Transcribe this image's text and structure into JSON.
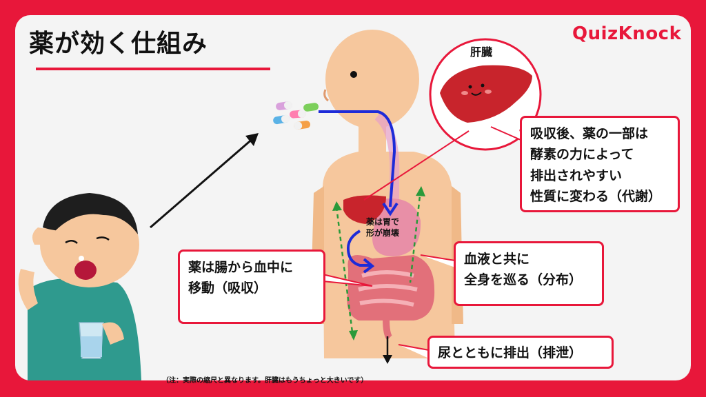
{
  "title": "薬が効く仕組み",
  "logo": "QuizKnock",
  "liver_label": "肝臓",
  "stomach_label": [
    "薬は胃で",
    "形が崩壊"
  ],
  "callouts": {
    "metabolism": [
      "吸収後、薬の一部は",
      "酵素の力によって",
      "排出されやすい",
      "性質に変わる（代謝）"
    ],
    "absorption": [
      "薬は腸から血中に",
      "移動（吸収）"
    ],
    "distribution": [
      "血液と共に",
      "全身を巡る（分布）"
    ],
    "excretion": [
      "尿とともに排出（排泄）"
    ]
  },
  "note": "（注：実際の縮尺と異なります。肝臓はもうちょっと大きいです）",
  "colors": {
    "brand_red": "#e8173a",
    "route_blue": "#1d2bd8",
    "dash_green": "#2a9a3a",
    "skin": "#f6c79d",
    "liver": "#c8242c",
    "intestine": "#e2707a"
  },
  "icons": [
    "pills-icon",
    "liver-icon",
    "body-silhouette-icon",
    "boy-taking-medicine-icon",
    "water-glass-icon"
  ]
}
